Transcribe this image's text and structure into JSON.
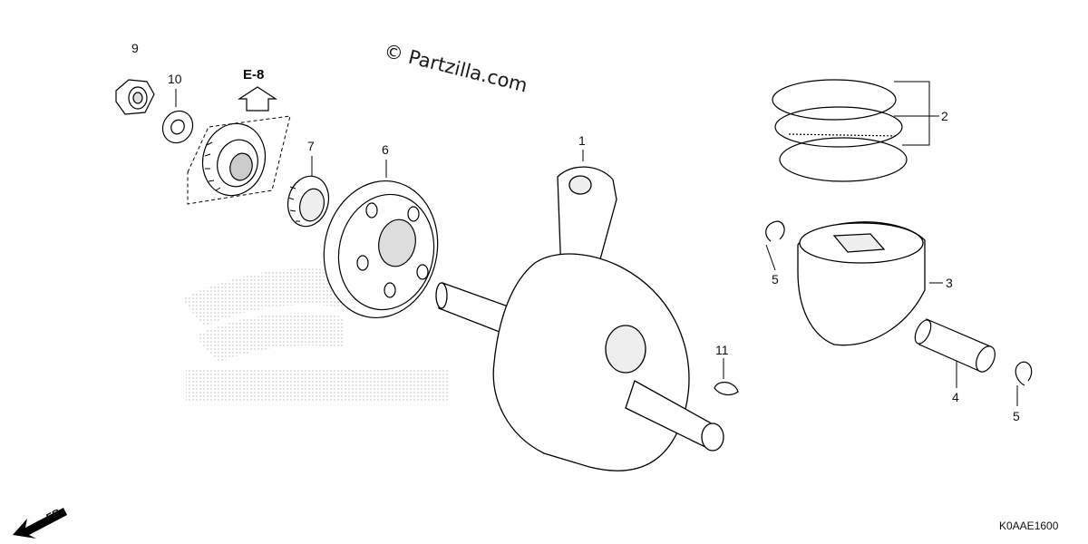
{
  "watermark": "© Partzilla.com",
  "ref_arrow": "E-8",
  "front_label": "FR.",
  "diagram_code": "K0AAE1600",
  "callouts": [
    {
      "id": "1",
      "part": "crankshaft"
    },
    {
      "id": "2",
      "part": "piston-ring-set"
    },
    {
      "id": "3",
      "part": "piston"
    },
    {
      "id": "4",
      "part": "piston-pin"
    },
    {
      "id": "5",
      "part": "piston-pin-clip"
    },
    {
      "id": "6",
      "part": "primary-drive-gear"
    },
    {
      "id": "7",
      "part": "needle-bearing"
    },
    {
      "id": "9",
      "part": "nut"
    },
    {
      "id": "10",
      "part": "washer"
    },
    {
      "id": "11",
      "part": "woodruff-key"
    }
  ],
  "labels": {
    "l1": "1",
    "l2": "2",
    "l3": "3",
    "l4": "4",
    "l5a": "5",
    "l5b": "5",
    "l6": "6",
    "l7": "7",
    "l9": "9",
    "l10": "10",
    "l11": "11"
  }
}
